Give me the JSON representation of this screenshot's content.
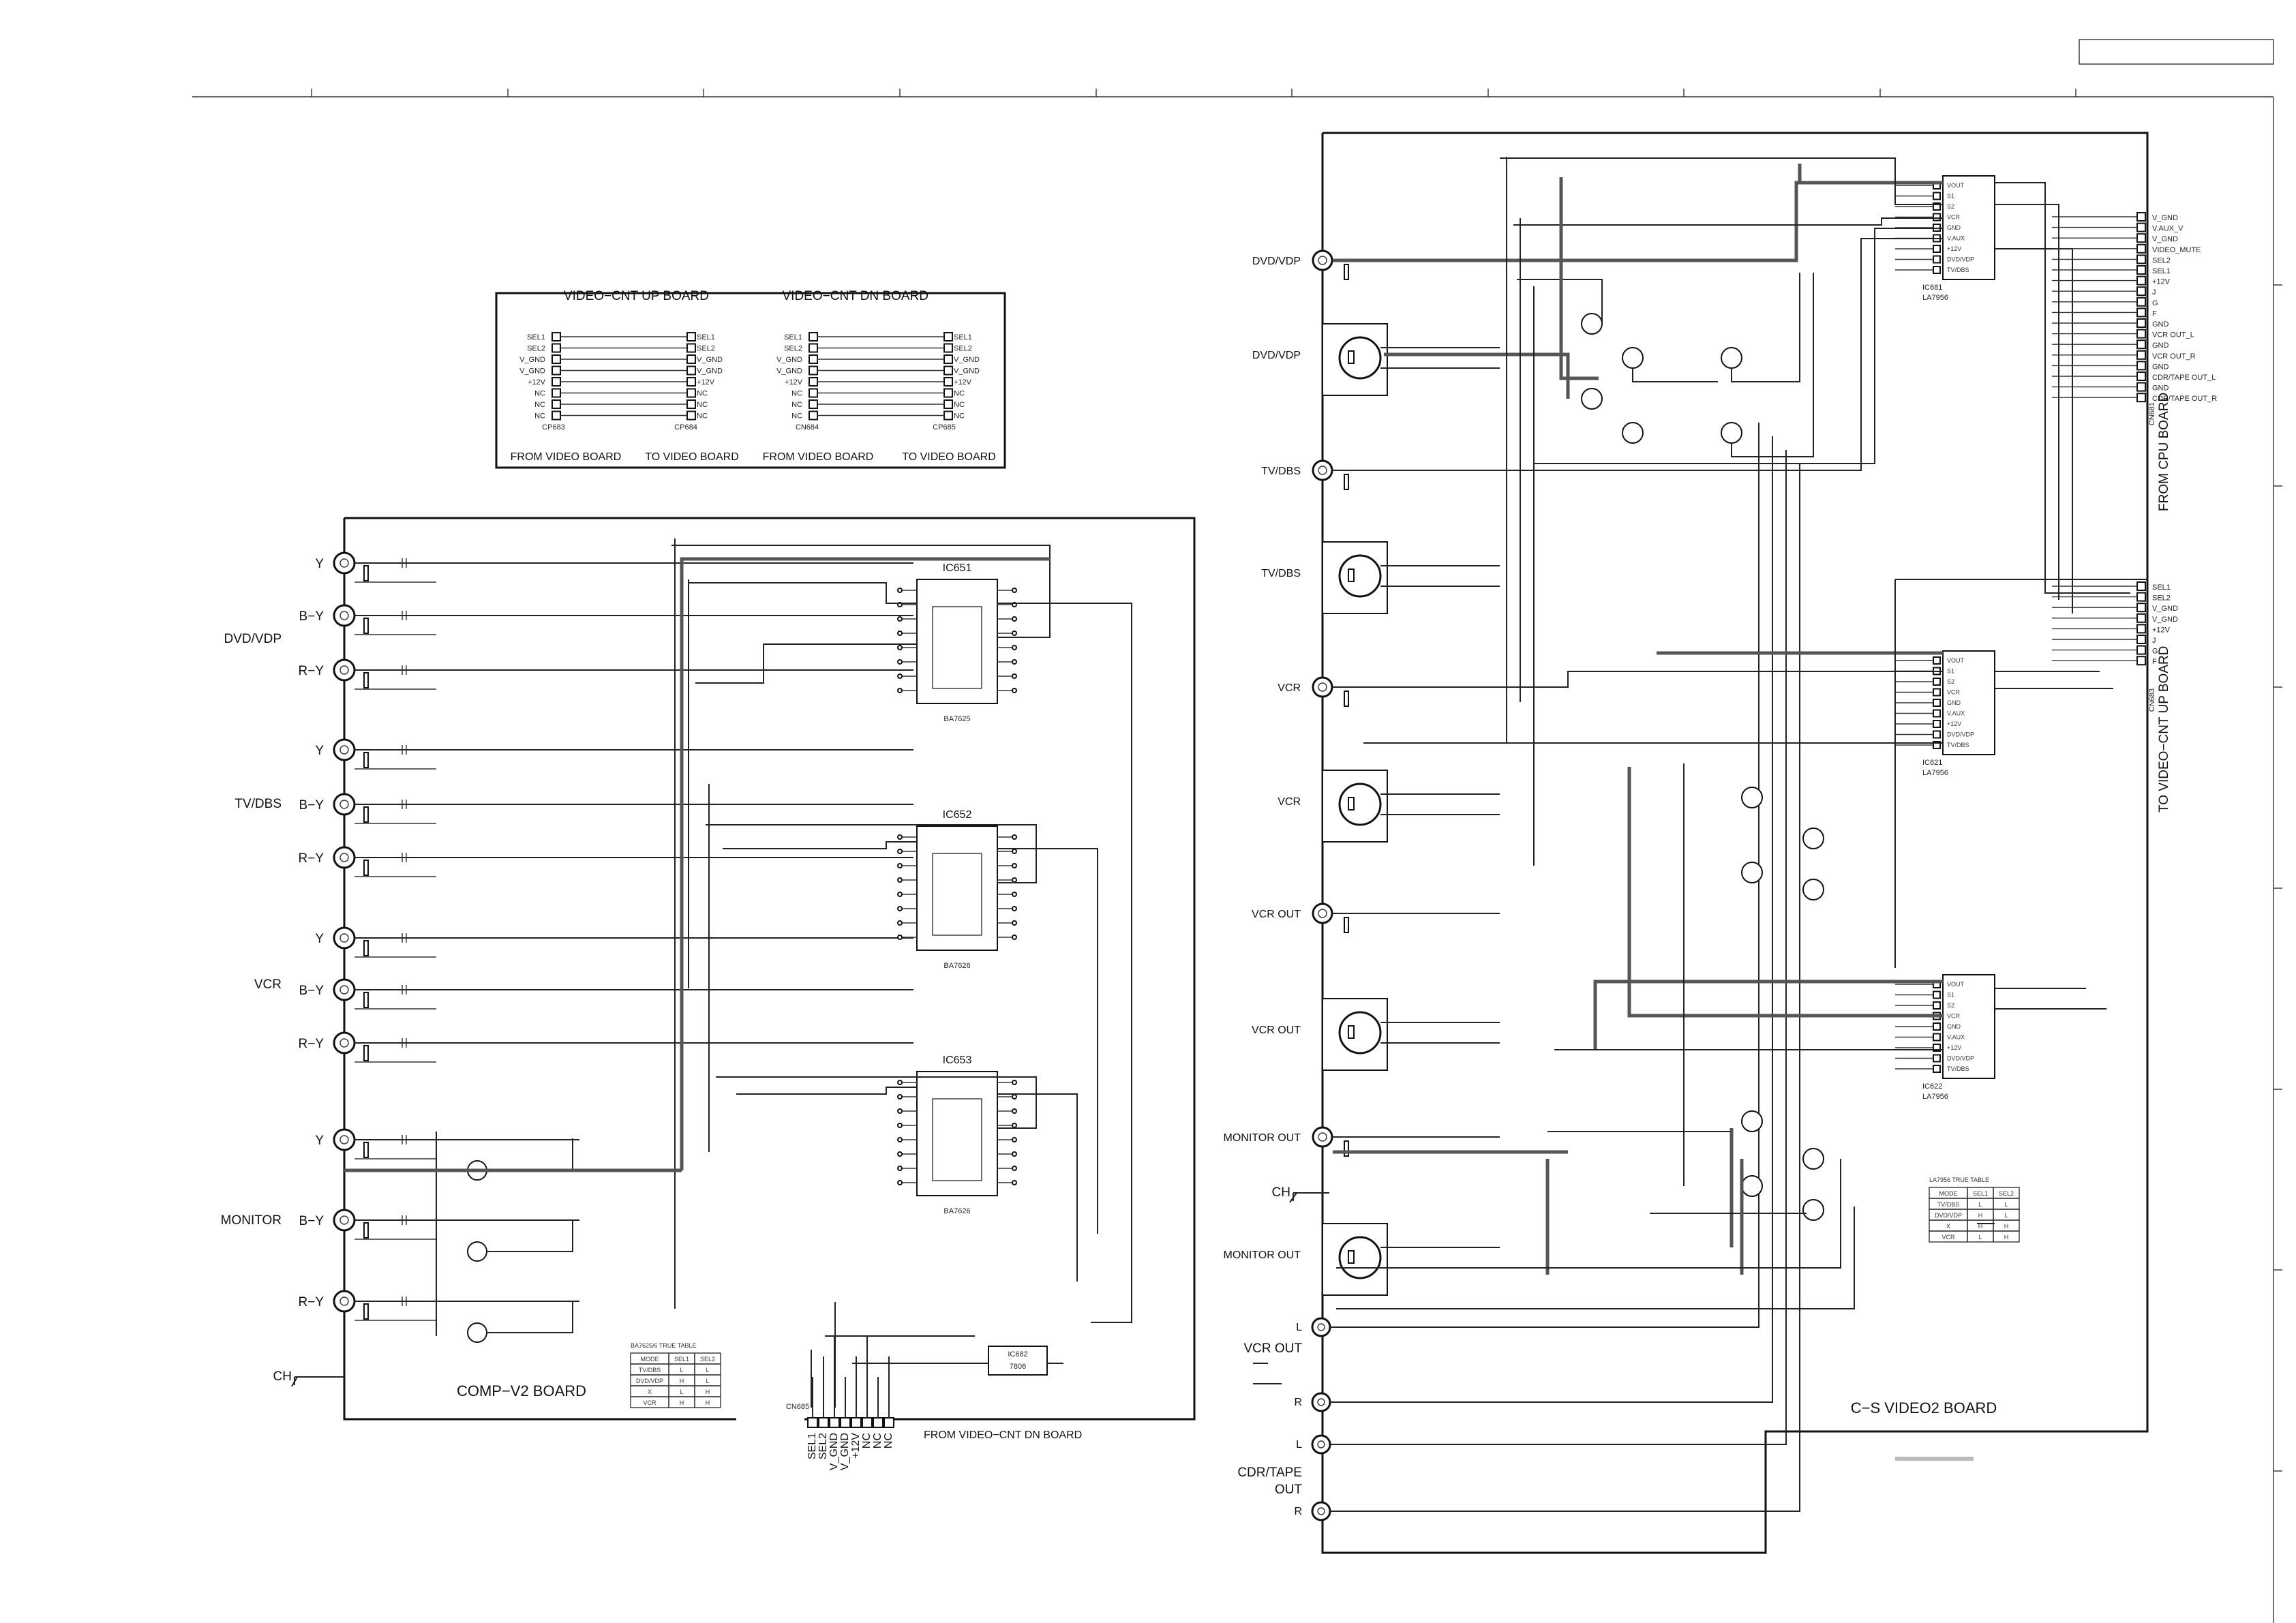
{
  "comp_board": {
    "title": "COMP−V2 BOARD",
    "groups": [
      {
        "name": "DVD/VDP",
        "channels": [
          "Y",
          "B−Y",
          "R−Y"
        ]
      },
      {
        "name": "TV/DBS",
        "channels": [
          "Y",
          "B−Y",
          "R−Y"
        ]
      },
      {
        "name": "VCR",
        "channels": [
          "Y",
          "B−Y",
          "R−Y"
        ]
      },
      {
        "name": "MONITOR",
        "channels": [
          "Y",
          "B−Y",
          "R−Y"
        ]
      }
    ],
    "ground": "CH",
    "ics": [
      {
        "ref": "IC651",
        "part": "BA7625"
      },
      {
        "ref": "IC652",
        "part": "BA7626"
      },
      {
        "ref": "IC653",
        "part": "BA7626"
      }
    ],
    "regulator": {
      "ref": "IC682",
      "part": "7806"
    },
    "connector": {
      "ref": "CN685",
      "pins": [
        "SEL1",
        "SEL2",
        "V_GND",
        "V_GND",
        "+12V",
        "NC",
        "NC",
        "NC"
      ],
      "caption": "FROM VIDEO−CNT DN BOARD"
    },
    "truth_table": {
      "title": "BA7625/6 TRUE TABLE",
      "headers": [
        "MODE",
        "SEL1",
        "SEL2"
      ],
      "rows": [
        [
          "TV/DBS",
          "L",
          "L"
        ],
        [
          "DVD/VDP",
          "H",
          "L"
        ],
        [
          "X",
          "L",
          "H"
        ],
        [
          "VCR",
          "H",
          "H"
        ]
      ]
    }
  },
  "cnt_box": {
    "up_title": "VIDEO−CNT UP BOARD",
    "dn_title": "VIDEO−CNT DN BOARD",
    "pins": [
      "SEL1",
      "SEL2",
      "V_GND",
      "V_GND",
      "+12V",
      "NC",
      "NC",
      "NC"
    ],
    "connectors": [
      "CP683",
      "CP684",
      "CN684",
      "CP685"
    ],
    "captions": [
      "FROM VIDEO BOARD",
      "TO VIDEO BOARD",
      "FROM VIDEO BOARD",
      "TO VIDEO BOARD"
    ]
  },
  "cs_board": {
    "title": "C−S VIDEO2 BOARD",
    "jacks": [
      "DVD/VDP",
      "DVD/VDP",
      "TV/DBS",
      "TV/DBS",
      "VCR",
      "VCR",
      "VCR OUT",
      "VCR OUT",
      "MONITOR OUT",
      "MONITOR OUT"
    ],
    "ground": "CH",
    "audio_out": {
      "vcr_label": "VCR OUT",
      "cdr_label_1": "CDR/TAPE",
      "cdr_label_2": "OUT",
      "left": "L",
      "right": "R"
    },
    "ics": [
      {
        "ref": "IC681",
        "part": "LA7956"
      },
      {
        "ref": "IC621",
        "part": "LA7956"
      },
      {
        "ref": "IC622",
        "part": "LA7956"
      }
    ],
    "ic_pins": [
      "VOUT",
      "S1",
      "S2",
      "VCR",
      "GND",
      "V.AUX",
      "+12V",
      "DVD/VDP",
      "TV/DBS"
    ],
    "cn681": {
      "ref": "CN681",
      "pins": [
        "V_GND",
        "V.AUX_V",
        "V_GND",
        "VIDEO_MUTE",
        "SEL2",
        "SEL1",
        "+12V",
        "J",
        "G",
        "F",
        "GND",
        "VCR OUT_L",
        "GND",
        "VCR OUT_R",
        "GND",
        "CDR/TAPE OUT_L",
        "GND",
        "CDR/TAPE OUT_R"
      ],
      "caption": "FROM CPU BOARD"
    },
    "cn683": {
      "ref": "CN683",
      "pins": [
        "SEL1",
        "SEL2",
        "V_GND",
        "V_GND",
        "+12V",
        "J",
        "G",
        "F"
      ],
      "caption": "TO VIDEO−CNT UP BOARD"
    },
    "truth_table": {
      "title": "LA7956 TRUE TABLE",
      "headers": [
        "MODE",
        "SEL1",
        "SEL2"
      ],
      "rows": [
        [
          "TV/DBS",
          "L",
          "L"
        ],
        [
          "DVD/VDP",
          "H",
          "L"
        ],
        [
          "X",
          "H",
          "H"
        ],
        [
          "VCR",
          "L",
          "H"
        ]
      ]
    }
  }
}
